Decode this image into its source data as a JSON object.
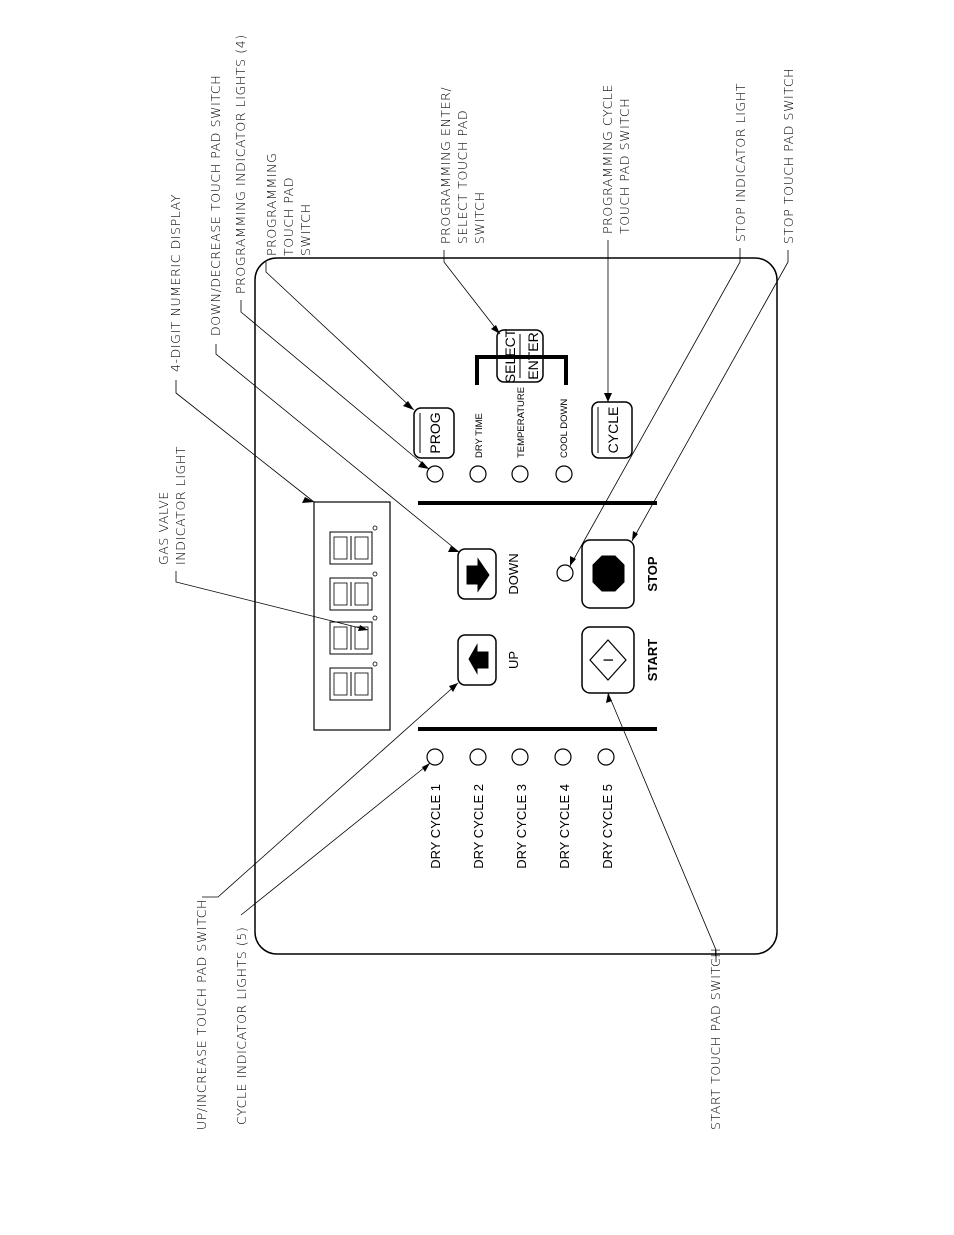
{
  "callouts": {
    "up_increase": "UP/INCREASE TOUCH PAD SWITCH",
    "cycle_lights": "CYCLE INDICATOR LIGHTS (5)",
    "gas_valve_1": "GAS VALVE",
    "gas_valve_2": "INDICATOR LIGHT",
    "four_digit": "4-DIGIT NUMERIC DISPLAY",
    "down_decrease": "DOWN/DECREASE TOUCH PAD SWITCH",
    "prog_lights": "PROGRAMMING INDICATOR LIGHTS (4)",
    "prog_switch_1": "PROGRAMMING",
    "prog_switch_2": "TOUCH PAD",
    "prog_switch_3": "SWITCH",
    "enter_select_1": "PROGRAMMING ENTER/",
    "enter_select_2": "SELECT TOUCH PAD",
    "enter_select_3": "SWITCH",
    "prog_cycle_1": "PROGRAMMING CYCLE",
    "prog_cycle_2": "TOUCH PAD SWITCH",
    "stop_light": "STOP INDICATOR LIGHT",
    "stop_switch": "STOP TOUCH PAD SWITCH",
    "start_switch": "START TOUCH PAD SWITCH"
  },
  "panel": {
    "prog_button": "PROG",
    "select_label": "SELECT",
    "enter_label": "ENTER",
    "cycle_button": "CYCLE",
    "prog_indicators": [
      "DRY TIME",
      "TEMPERATURE",
      "COOL DOWN"
    ],
    "up_label": "UP",
    "down_label": "DOWN",
    "start_label": "START",
    "stop_label": "STOP",
    "start_symbol": "I",
    "cycles": [
      "DRY CYCLE 1",
      "DRY CYCLE 2",
      "DRY CYCLE 3",
      "DRY CYCLE 4",
      "DRY CYCLE 5"
    ]
  }
}
